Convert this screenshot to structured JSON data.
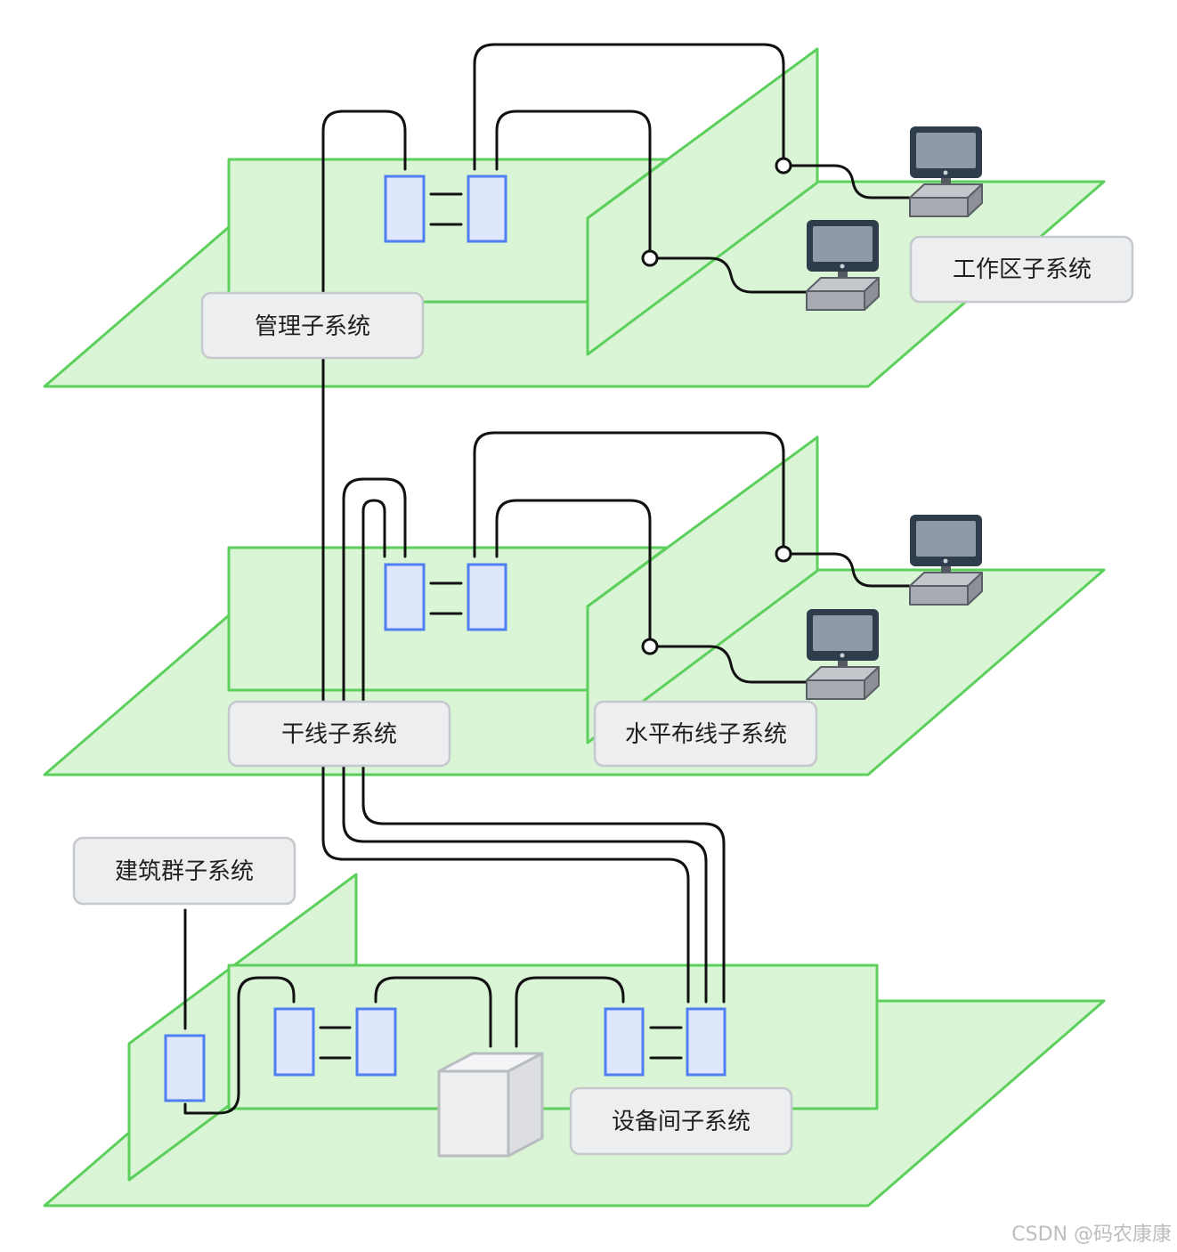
{
  "labels": {
    "management": "管理子系统",
    "work_area": "工作区子系统",
    "backbone": "干线子系统",
    "horizontal": "水平布线子系统",
    "campus": "建筑群子系统",
    "equipment_room": "设备间子系统"
  },
  "watermark": "CSDN @码农康康",
  "icons": {
    "workstation": "computer-icon",
    "server": "server-icon",
    "outlet": "outlet-icon",
    "patch_panel": "patch-panel-icon"
  },
  "colors": {
    "floor_fill": "#d9f5d5",
    "floor_stroke": "#5ccf5c",
    "panel_fill": "#dde6fb",
    "panel_stroke": "#4f7ff0",
    "cable": "#111111",
    "label_fill": "#eceef0",
    "label_stroke": "#c5c8cc"
  }
}
